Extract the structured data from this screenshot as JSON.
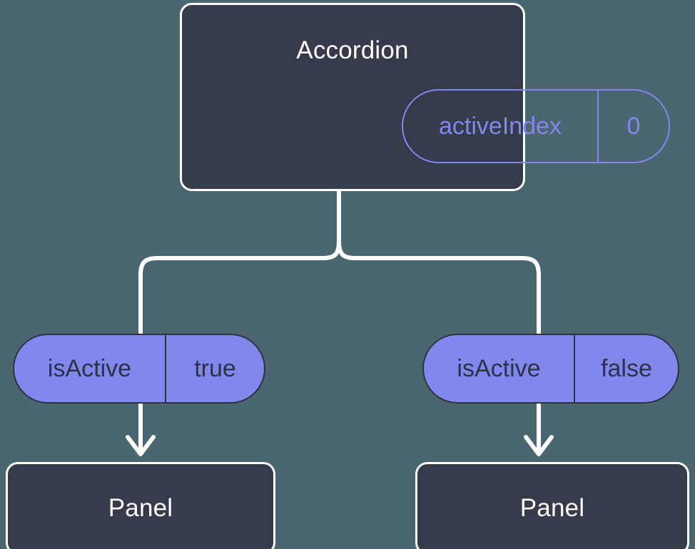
{
  "diagram": {
    "type": "component-tree",
    "background_color": "#4a6670",
    "node_fill_color": "#353b4a",
    "node_border_color": "#ffffff",
    "accent_color": "#8187ec",
    "accent_text_color": "#2d3342",
    "connector_color": "#ffffff"
  },
  "root": {
    "title": "Accordion",
    "state": {
      "key": "activeIndex",
      "value": "0"
    }
  },
  "branches": [
    {
      "prop": {
        "key": "isActive",
        "value": "true"
      },
      "child": {
        "title": "Panel"
      }
    },
    {
      "prop": {
        "key": "isActive",
        "value": "false"
      },
      "child": {
        "title": "Panel"
      }
    }
  ]
}
